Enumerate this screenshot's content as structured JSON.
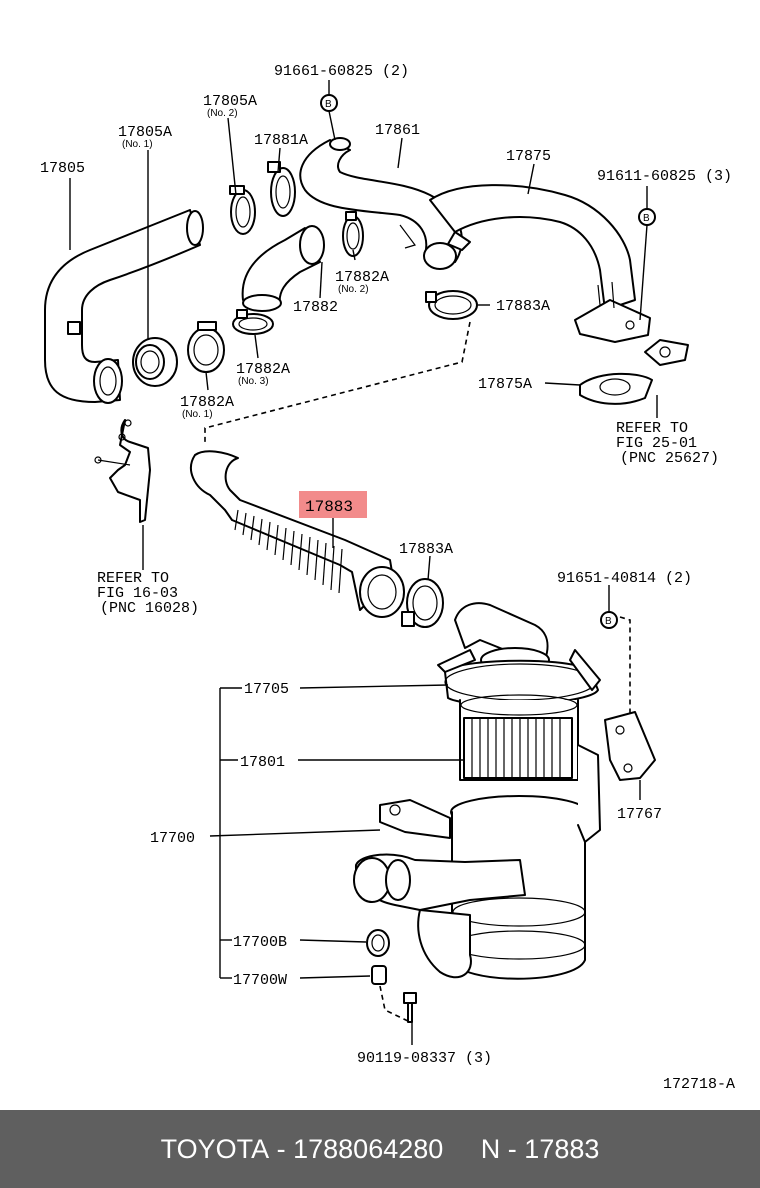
{
  "labels": {
    "p91661": "91661-60825 (2)",
    "p17805A_2": "17805A",
    "p17805A_2_sub": "(No. 2)",
    "p17805A_1": "17805A",
    "p17805A_1_sub": "(No. 1)",
    "p17881A": "17881A",
    "p17861": "17861",
    "p17875": "17875",
    "p91611": "91611-60825 (3)",
    "p17805": "17805",
    "p17882A_2": "17882A",
    "p17882A_2_sub": "(No. 2)",
    "p17882": "17882",
    "p17883A_top": "17883A",
    "p17875A": "17875A",
    "p17882A_3": "17882A",
    "p17882A_3_sub": "(No. 3)",
    "p17882A_1": "17882A",
    "p17882A_1_sub": "(No. 1)",
    "refer_right_1": "REFER TO",
    "refer_right_2": "FIG 25-01",
    "refer_right_3": "(PNC 25627)",
    "p17883": "17883",
    "p17883A_mid": "17883A",
    "refer_left_1": "REFER TO",
    "refer_left_2": "FIG 16-03",
    "refer_left_3": "(PNC 16028)",
    "p91651": "91651-40814 (2)",
    "p17705": "17705",
    "p17801": "17801",
    "p17767": "17767",
    "p17700": "17700",
    "p17700B": "17700B",
    "p17700W": "17700W",
    "p90119": "90119-08337 (3)",
    "diagram_id": "172718-A",
    "bolt_symbol": "B"
  },
  "footer": {
    "brand": "TOYOTA",
    "separator1": " - ",
    "part_number": "1788064280",
    "gap": "     ",
    "pnc_prefix": "N",
    "separator2": " - ",
    "pnc": "17883"
  },
  "colors": {
    "highlight": "#f28b8b",
    "footer_bg": "#5f5f5f",
    "footer_text": "#ffffff"
  }
}
